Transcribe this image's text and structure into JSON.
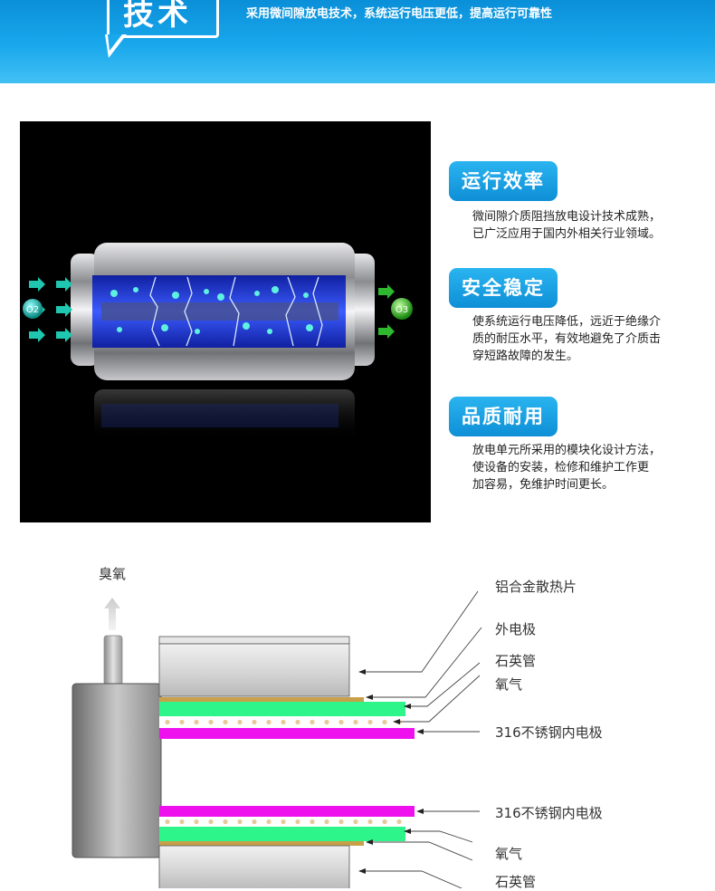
{
  "banner": {
    "title": "技术",
    "subtitle": "采用微间隙放电技术，系统运行电压更低，提高运行可靠性"
  },
  "photo": {
    "gas_in": "O2",
    "gas_out": "O3"
  },
  "features": [
    {
      "title": "运行效率",
      "lines": [
        "微间隙介质阻挡放电设计技术成熟，",
        "已广泛应用于国内外相关行业领域。"
      ]
    },
    {
      "title": "安全稳定",
      "lines": [
        "使系统运行电压降低，远近于绝缘介",
        "质的耐压水平，有效地避免了介质击",
        "穿短路故障的发生。"
      ]
    },
    {
      "title": "品质耐用",
      "lines": [
        "放电单元所采用的模块化设计方法，",
        "使设备的安装，检修和维护工作更",
        "加容易，免维护时间更长。"
      ]
    }
  ],
  "diagram": {
    "output_label": "臭氧",
    "labels": {
      "heatsink": "铝合金散热片",
      "outer_electrode": "外电极",
      "quartz_tube": "石英管",
      "oxygen": "氧气",
      "inner_electrode": "316不锈钢内电极",
      "inner_electrode_2": "316不锈钢内电极",
      "oxygen_2": "氧气",
      "quartz_tube_2": "石英管"
    }
  },
  "colors": {
    "banner": "#1aa8ec",
    "badge": "#1a9fe4",
    "quartz": "#2ef58a",
    "inner_electrode": "#ee11ee",
    "outer_electrode": "#c9a04a"
  }
}
